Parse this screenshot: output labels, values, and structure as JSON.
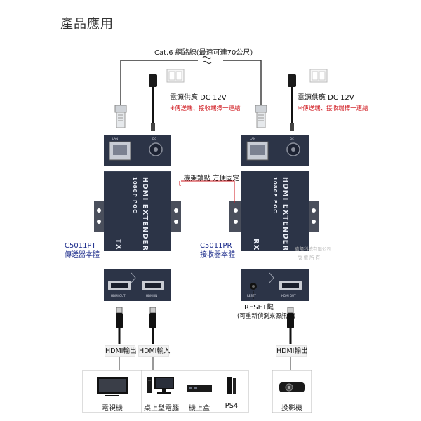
{
  "page_title": "產品應用",
  "cable_label": "Cat.6 網路線(最遠可達70公尺)",
  "power": {
    "label": "電源供應 DC 12V",
    "note": "※傳送端、接收端擇一連結"
  },
  "rack_mount_label": "機架鎖點 方便固定",
  "transmitter": {
    "model": "C5011PT",
    "name": "傳送器本體",
    "top_ports": [
      "LAN",
      "DC"
    ],
    "faceplate": [
      "HDMI EXTENDER",
      "1080P POC"
    ],
    "side_label": "TX",
    "front_ports": [
      "HDMI OUT",
      "HDMI IN"
    ]
  },
  "receiver": {
    "model": "C5011PR",
    "name": "接收器本體",
    "top_ports": [
      "LAN",
      "DC"
    ],
    "faceplate": [
      "HDMI EXTENDER",
      "1080P POC"
    ],
    "side_label": "RX",
    "front_ports": [
      "RESET",
      "HDMI OUT"
    ],
    "reset_title": "RESET鍵",
    "reset_desc": "(可重新偵測來源訊號)"
  },
  "watermark": "嘉陽科技有限公司",
  "watermark_2": "版 權 所 有",
  "connections": {
    "tx_out": "HDMI輸出",
    "tx_in": "HDMI輸入",
    "rx_out": "HDMI輸出"
  },
  "devices": {
    "tv": "電視機",
    "desktop": "桌上型電腦",
    "settop": "機上盒",
    "ps4": "PS4",
    "projector": "投影機"
  },
  "colors": {
    "device_body": "#2c3447",
    "accent_red": "#d0191f",
    "model_blue": "#1d2d8c",
    "bracket": "#4a4f5c"
  }
}
